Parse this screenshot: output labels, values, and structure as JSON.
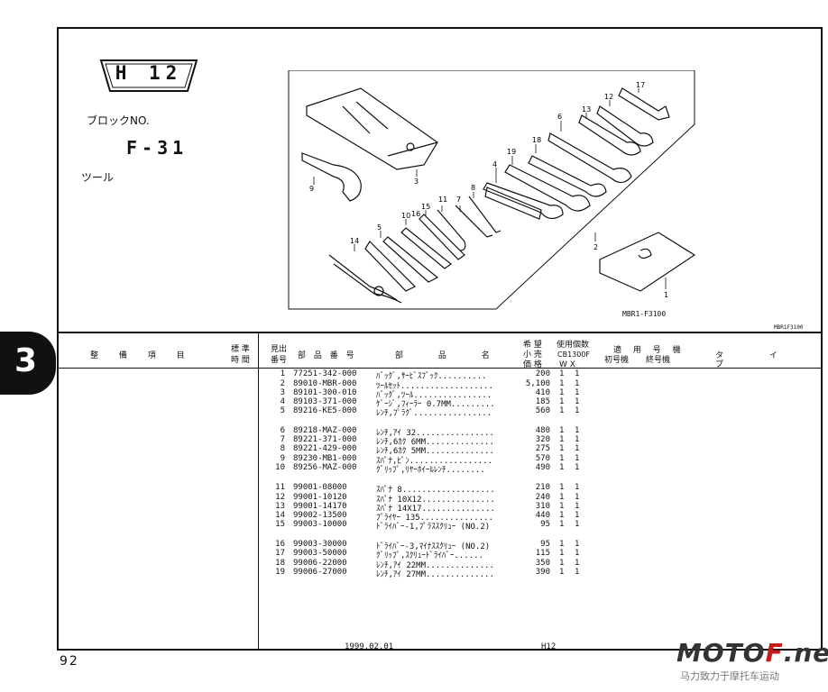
{
  "page": {
    "section_number": "3",
    "page_number": "92",
    "code_badge": "H 12",
    "block_label": "ブロックNO.",
    "block_number": "F-31",
    "section_name": "ツール",
    "illustration_code": "MBR1-F3100",
    "illustration_code_small": "MBR1F3100"
  },
  "illustration": {
    "callouts": [
      "1",
      "2",
      "3",
      "4",
      "5",
      "6",
      "7",
      "8",
      "9",
      "10",
      "11",
      "12",
      "13",
      "14",
      "15",
      "16",
      "17",
      "18",
      "19"
    ]
  },
  "table_header": {
    "maint_item": "整 備 項 目",
    "std_time": [
      "標 準",
      "時 間"
    ],
    "ref_no": [
      "見出",
      "番号"
    ],
    "part_number": "部 品 番 号",
    "part_name": "部 品 名",
    "price": [
      "希 望",
      "小 売",
      "価 格"
    ],
    "usage": [
      "使用個数",
      "CB1300F",
      "W  X"
    ],
    "applicable": "適 用 号 機",
    "first_serial": "初号機",
    "last_serial": "終号機",
    "type": "タ イ プ"
  },
  "parts": [
    {
      "no": "1",
      "part": "77251-342-000",
      "name": "ﾊﾞｯｸﾞ,ｻｰﾋﾞｽﾌﾞｯｸ..........",
      "price": "200",
      "w": "1",
      "x": "1"
    },
    {
      "no": "2",
      "part": "89010-MBR-000",
      "name": "ﾂｰﾙｾｯﾄ...................",
      "price": "5,100",
      "w": "1",
      "x": "1"
    },
    {
      "no": "3",
      "part": "89101-300-010",
      "name": "ﾊﾞｯｸﾞ,ﾂｰﾙ................",
      "price": "410",
      "w": "1",
      "x": "1"
    },
    {
      "no": "4",
      "part": "89103-371-000",
      "name": "ｹﾞｰｼﾞ,ﾌｨｰﾗｰ 0.7MM.........",
      "price": "185",
      "w": "1",
      "x": "1"
    },
    {
      "no": "5",
      "part": "89216-KE5-000",
      "name": "ﾚﾝﾁ,ﾌﾟﾗｸﾞ................",
      "price": "560",
      "w": "1",
      "x": "1"
    },
    {
      "no": "6",
      "part": "89218-MAZ-000",
      "name": "ﾚﾝﾁ,ｱｲ 32................",
      "price": "480",
      "w": "1",
      "x": "1"
    },
    {
      "no": "7",
      "part": "89221-371-000",
      "name": "ﾚﾝﾁ,6ｶｸ 6MM..............",
      "price": "320",
      "w": "1",
      "x": "1"
    },
    {
      "no": "8",
      "part": "89221-429-000",
      "name": "ﾚﾝﾁ,6ｶｸ 5MM..............",
      "price": "275",
      "w": "1",
      "x": "1"
    },
    {
      "no": "9",
      "part": "89230-MB1-000",
      "name": "ｽﾊﾟﾅ,ﾋﾟﾝ.................",
      "price": "570",
      "w": "1",
      "x": "1"
    },
    {
      "no": "10",
      "part": "89256-MAZ-000",
      "name": "ｸﾞﾘｯﾌﾟ,ﾘﾔｰﾎｲｰﾙﾚﾝﾁ........",
      "price": "490",
      "w": "1",
      "x": "1"
    },
    {
      "no": "11",
      "part": "99001-08000",
      "name": "ｽﾊﾟﾅ 8...................",
      "price": "210",
      "w": "1",
      "x": "1"
    },
    {
      "no": "12",
      "part": "99001-10120",
      "name": "ｽﾊﾟﾅ 10X12...............",
      "price": "240",
      "w": "1",
      "x": "1"
    },
    {
      "no": "13",
      "part": "99001-14170",
      "name": "ｽﾊﾟﾅ 14X17...............",
      "price": "310",
      "w": "1",
      "x": "1"
    },
    {
      "no": "14",
      "part": "99002-13500",
      "name": "ﾌﾟﾗｲﾔｰ 135...............",
      "price": "440",
      "w": "1",
      "x": "1"
    },
    {
      "no": "15",
      "part": "99003-10000",
      "name": "ﾄﾞﾗｲﾊﾞｰ-1,ﾌﾟﾗｽｽｸﾘｭｰ (NO.2)",
      "price": "95",
      "w": "1",
      "x": "1"
    },
    {
      "no": "16",
      "part": "99003-30000",
      "name": "ﾄﾞﾗｲﾊﾞｰ-3,ﾏｲﾅｽｽｸﾘｭｰ (NO.2)",
      "price": "95",
      "w": "1",
      "x": "1"
    },
    {
      "no": "17",
      "part": "99003-50000",
      "name": "ｸﾞﾘｯﾌﾟ,ｽｸﾘｭｰﾄﾞﾗｲﾊﾞｰ......",
      "price": "115",
      "w": "1",
      "x": "1"
    },
    {
      "no": "18",
      "part": "99006-22000",
      "name": "ﾚﾝﾁ,ｱｲ 22MM..............",
      "price": "350",
      "w": "1",
      "x": "1"
    },
    {
      "no": "19",
      "part": "99006-27000",
      "name": "ﾚﾝﾁ,ｱｲ 27MM..............",
      "price": "390",
      "w": "1",
      "x": "1"
    }
  ],
  "footer": {
    "date": "1999.02.01",
    "code": "H12"
  },
  "watermark": {
    "brand_prefix": "MOTO",
    "brand_accent": "F",
    "brand_suffix": ".net",
    "tagline": "马力致力于摩托车运动"
  }
}
